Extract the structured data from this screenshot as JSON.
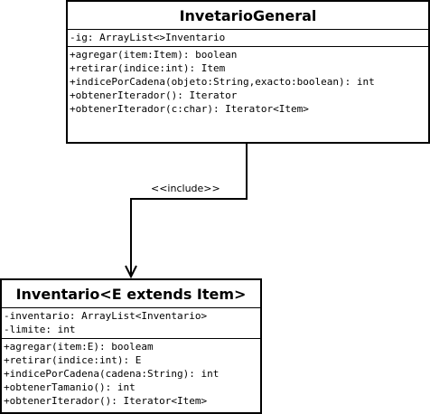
{
  "classes": {
    "general": {
      "name": "InvetarioGeneral",
      "attributes": [
        "-ig: ArrayList<>Inventario"
      ],
      "methods": [
        "+agregar(item:Item): boolean",
        "+retirar(indice:int): Item",
        "+indicePorCadena(objeto:String,exacto:boolean): int",
        "+obtenerIterador(): Iterator",
        "+obtenerIterador(c:char): Iterator<Item>"
      ]
    },
    "inventario": {
      "name": "Inventario<E extends Item>",
      "attributes": [
        "-inventario: ArrayList<Inventario>",
        "-limite: int"
      ],
      "methods": [
        "+agregar(item:E): booleam",
        "+retirar(indice:int): E",
        "+indicePorCadena(cadena:String): int",
        "+obtenerTamanio(): int",
        "+obtenerIterador(): Iterator<Item>"
      ]
    }
  },
  "relationship": {
    "label": "<<include>>",
    "colors": {
      "line": "#000000"
    }
  }
}
